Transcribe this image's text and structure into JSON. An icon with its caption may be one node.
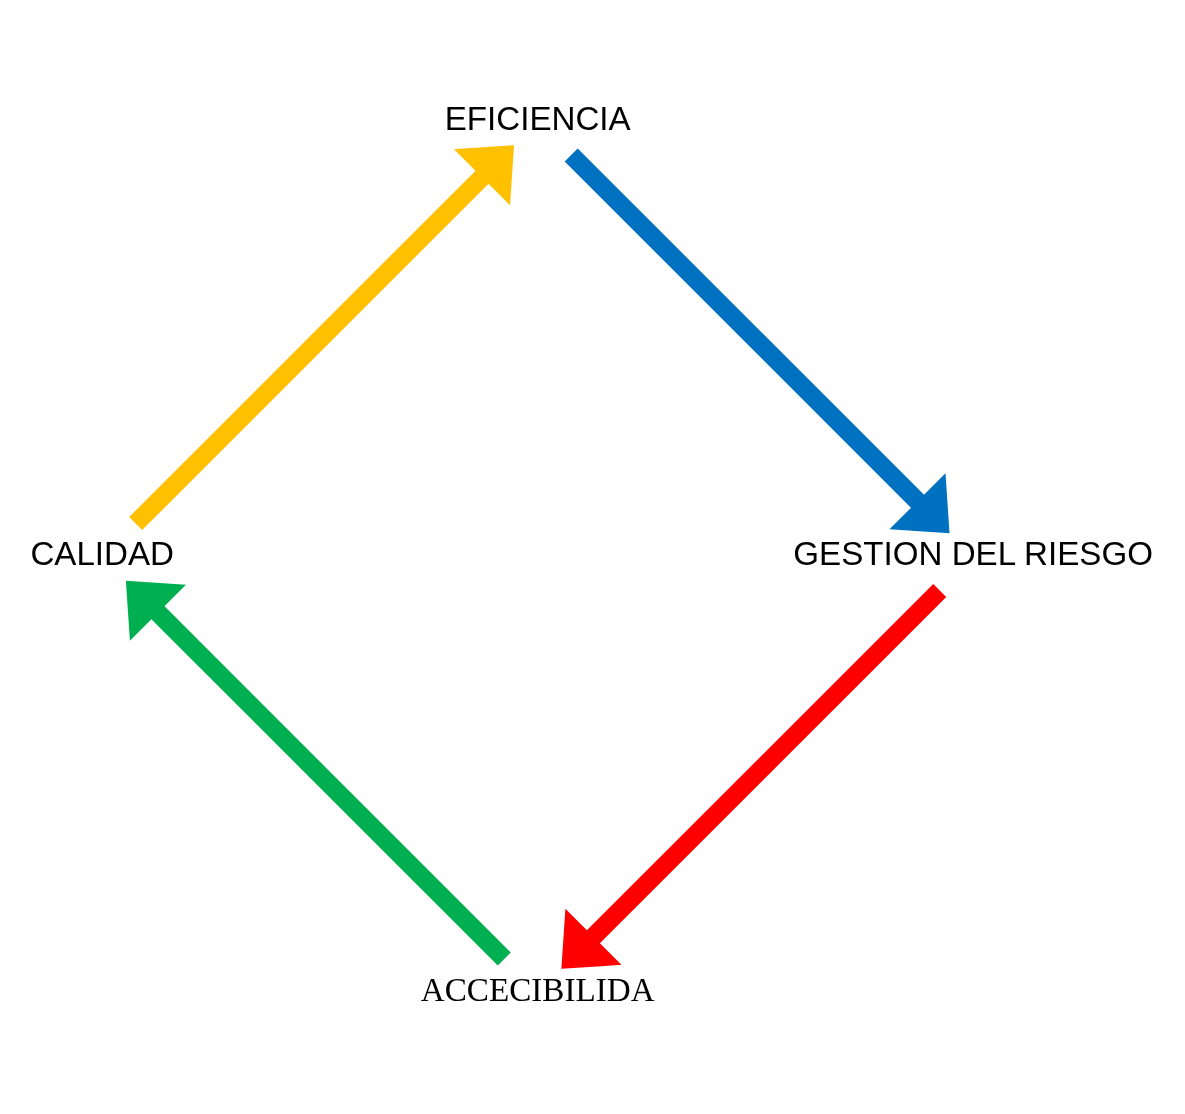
{
  "diagram": {
    "nodes": [
      {
        "text": [
          "ACCECIBILIDA"
        ]
      },
      {
        "text": [
          "GESTION DEL RIESGO"
        ]
      },
      {
        "text": [
          "CALIDAD"
        ]
      },
      {
        "text": [
          "EFICIENCIA"
        ]
      }
    ],
    "edges": [
      {
        "from": 1,
        "to": 0,
        "arrow": "to",
        "color": "#ff0000"
      },
      {
        "from": 0,
        "to": 2,
        "arrow": "to",
        "color": "#00b050"
      },
      {
        "from": 2,
        "to": 3,
        "arrow": "to",
        "color": "#ffc000"
      },
      {
        "from": 3,
        "to": 1,
        "arrow": "to",
        "color": "#0070c0"
      }
    ]
  }
}
